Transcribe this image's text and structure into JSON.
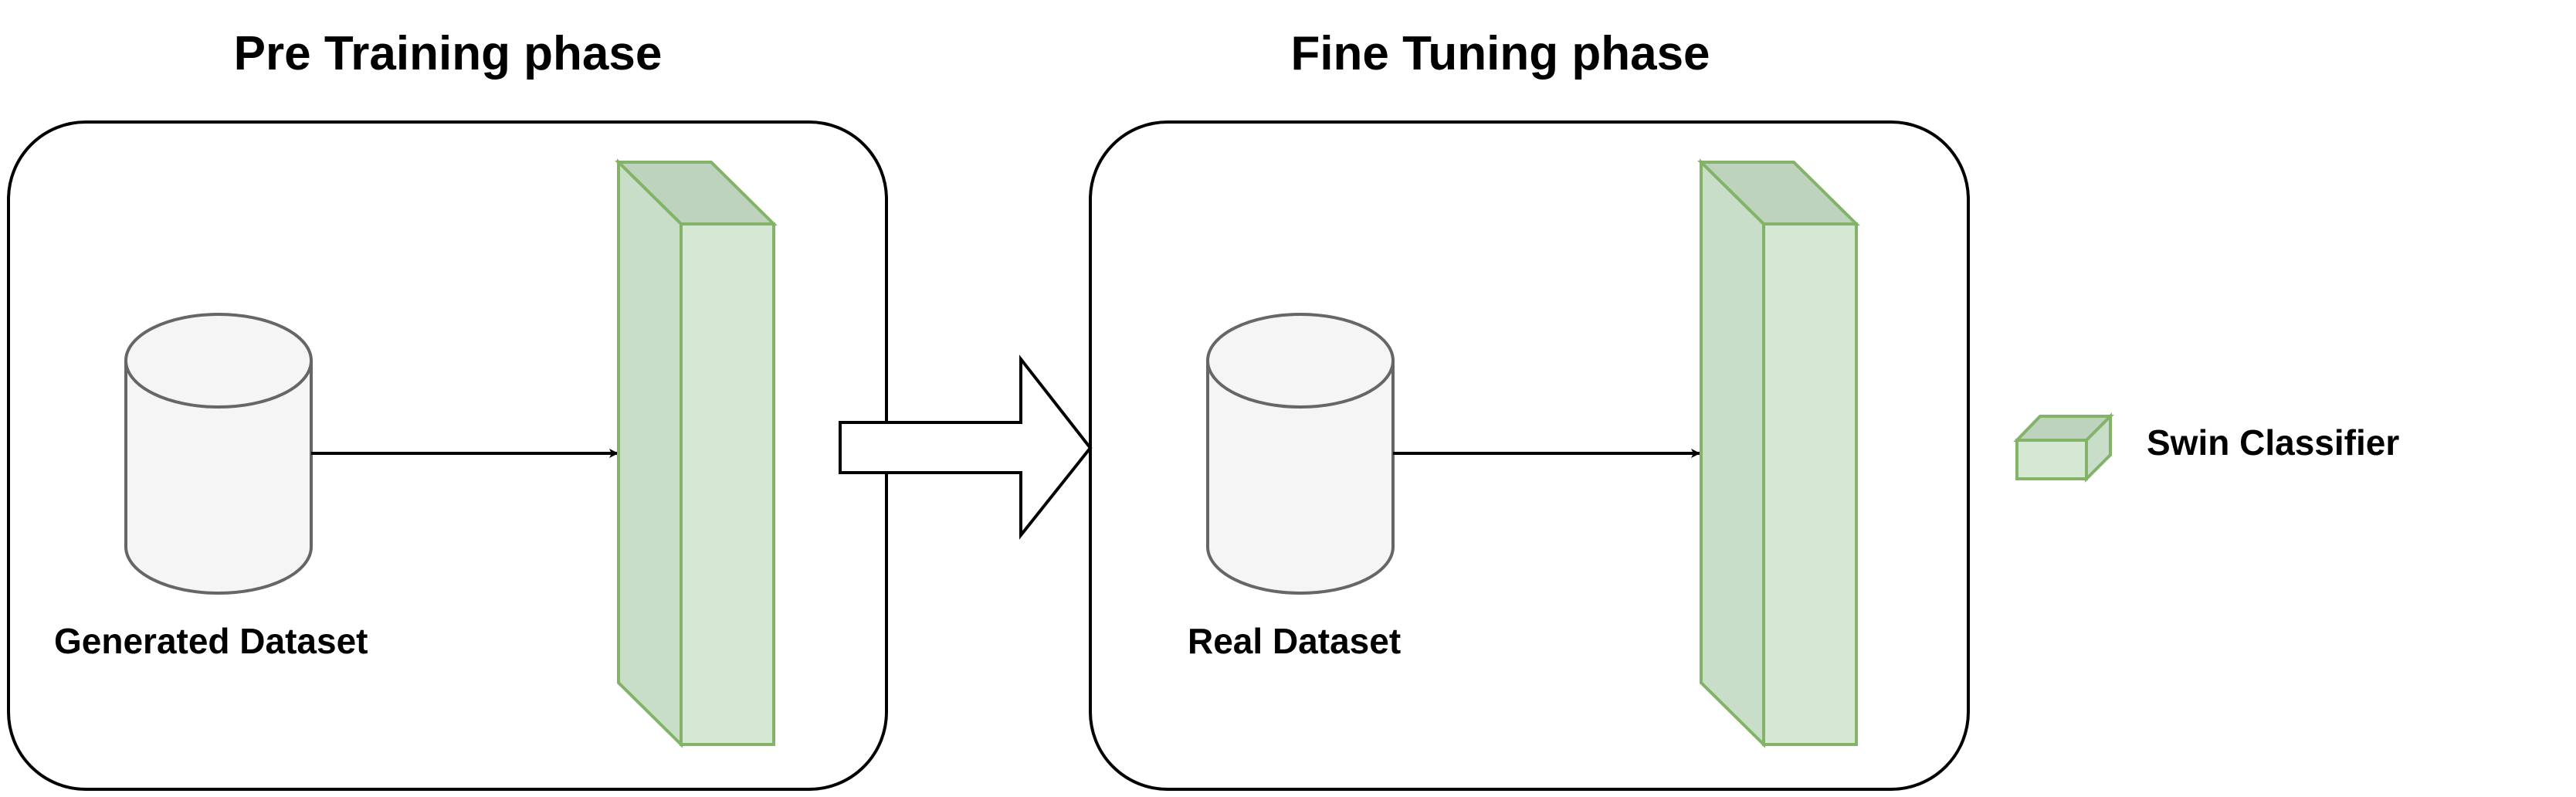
{
  "phases": [
    {
      "title": "Pre Training phase",
      "dataset_label": "Generated Dataset"
    },
    {
      "title": "Fine Tuning phase",
      "dataset_label": "Real Dataset"
    }
  ],
  "legend": {
    "label": "Swin Classifier",
    "icon": "green-box-icon"
  },
  "colors": {
    "cylinder_fill": "#f5f5f5",
    "cylinder_stroke": "#666666",
    "classifier_front": "#d5e8d4",
    "classifier_side": "#c9dec8",
    "classifier_top": "#bed3bd",
    "classifier_stroke": "#82b366",
    "frame_stroke": "#000000"
  }
}
